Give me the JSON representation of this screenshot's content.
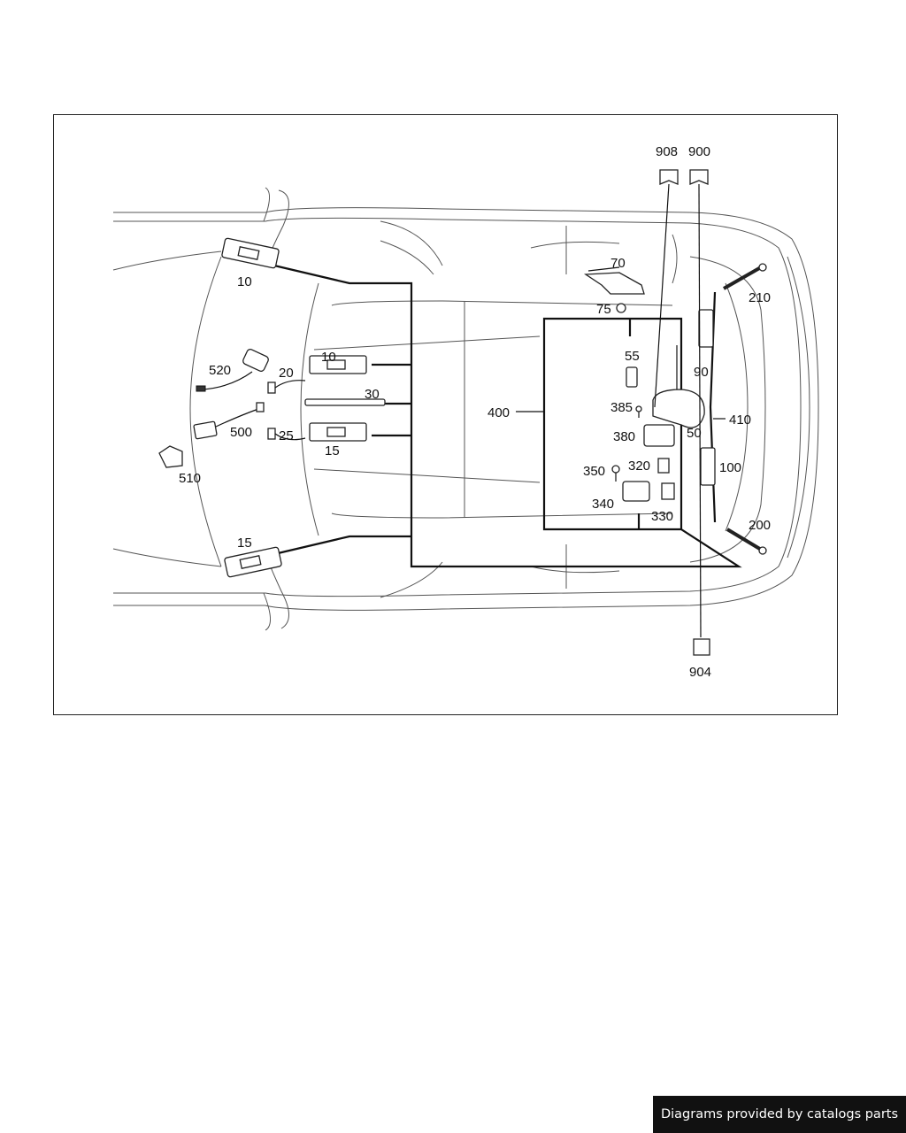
{
  "diagram": {
    "callouts": {
      "c10a": "10",
      "c10b": "10",
      "c15a": "15",
      "c15b": "15",
      "c20": "20",
      "c25": "25",
      "c30": "30",
      "c50": "50",
      "c55": "55",
      "c70": "70",
      "c75": "75",
      "c90": "90",
      "c100": "100",
      "c200": "200",
      "c210": "210",
      "c320": "320",
      "c330": "330",
      "c340": "340",
      "c350": "350",
      "c380": "380",
      "c385": "385",
      "c400": "400",
      "c410": "410",
      "c500": "500",
      "c510": "510",
      "c520": "520",
      "c900": "900",
      "c904": "904",
      "c908": "908"
    }
  },
  "footer": {
    "credit": "Diagrams provided by catalogs parts"
  }
}
